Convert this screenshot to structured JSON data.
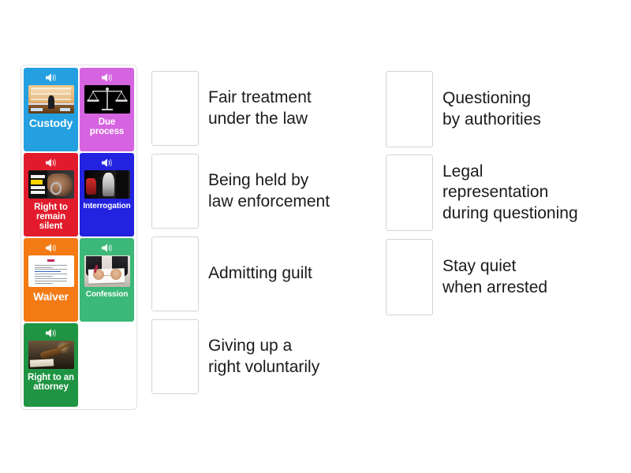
{
  "activity": {
    "type": "match-up",
    "tile_bank": {
      "name": "vocabulary-tile-bank",
      "tiles": [
        {
          "label": "Custody",
          "color": "#24a0e0",
          "icon": "speaker-icon",
          "image": "courtroom-photo",
          "label_size": "lg"
        },
        {
          "label": "Due\nprocess",
          "color": "#d664e0",
          "icon": "speaker-icon",
          "image": "scales-of-justice-photo",
          "label_size": "md"
        },
        {
          "label": "Right to\nremain\nsilent",
          "color": "#e21b2c",
          "icon": "speaker-icon",
          "image": "handcuffs-rights-poster-photo",
          "label_size": "md"
        },
        {
          "label": "Interrogation",
          "color": "#2222e0",
          "icon": "speaker-icon",
          "image": "interrogation-room-photo",
          "label_size": "sm"
        },
        {
          "label": "Waiver",
          "color": "#f37a14",
          "icon": "speaker-icon",
          "image": "waiver-document-photo",
          "label_size": "lg"
        },
        {
          "label": "Confession",
          "color": "#3cb878",
          "icon": "speaker-icon",
          "image": "signing-confession-photo",
          "label_size": "sm"
        },
        {
          "label": "Right\nto an\nattorney",
          "color": "#1f9442",
          "icon": "speaker-icon",
          "image": "gavel-photo",
          "label_size": "md"
        }
      ]
    },
    "columns": [
      {
        "name": "definition-column-left",
        "items": [
          {
            "text": "Fair treatment\nunder the law",
            "drop_value": ""
          },
          {
            "text": "Being held by\nlaw enforcement",
            "drop_value": ""
          },
          {
            "text": "Admitting guilt",
            "drop_value": ""
          },
          {
            "text": "Giving up a\nright voluntarily",
            "drop_value": ""
          }
        ]
      },
      {
        "name": "definition-column-right",
        "items": [
          {
            "text": "Questioning\nby authorities",
            "drop_value": ""
          },
          {
            "text": "Legal\nrepresentation\nduring questioning",
            "drop_value": ""
          },
          {
            "text": "Stay quiet\nwhen arrested",
            "drop_value": ""
          }
        ]
      }
    ]
  },
  "theme": {
    "background": "#ffffff",
    "box_border": "#d4d4d4",
    "panel_border": "#e2e2e2",
    "text_color": "#1b1b1b"
  }
}
